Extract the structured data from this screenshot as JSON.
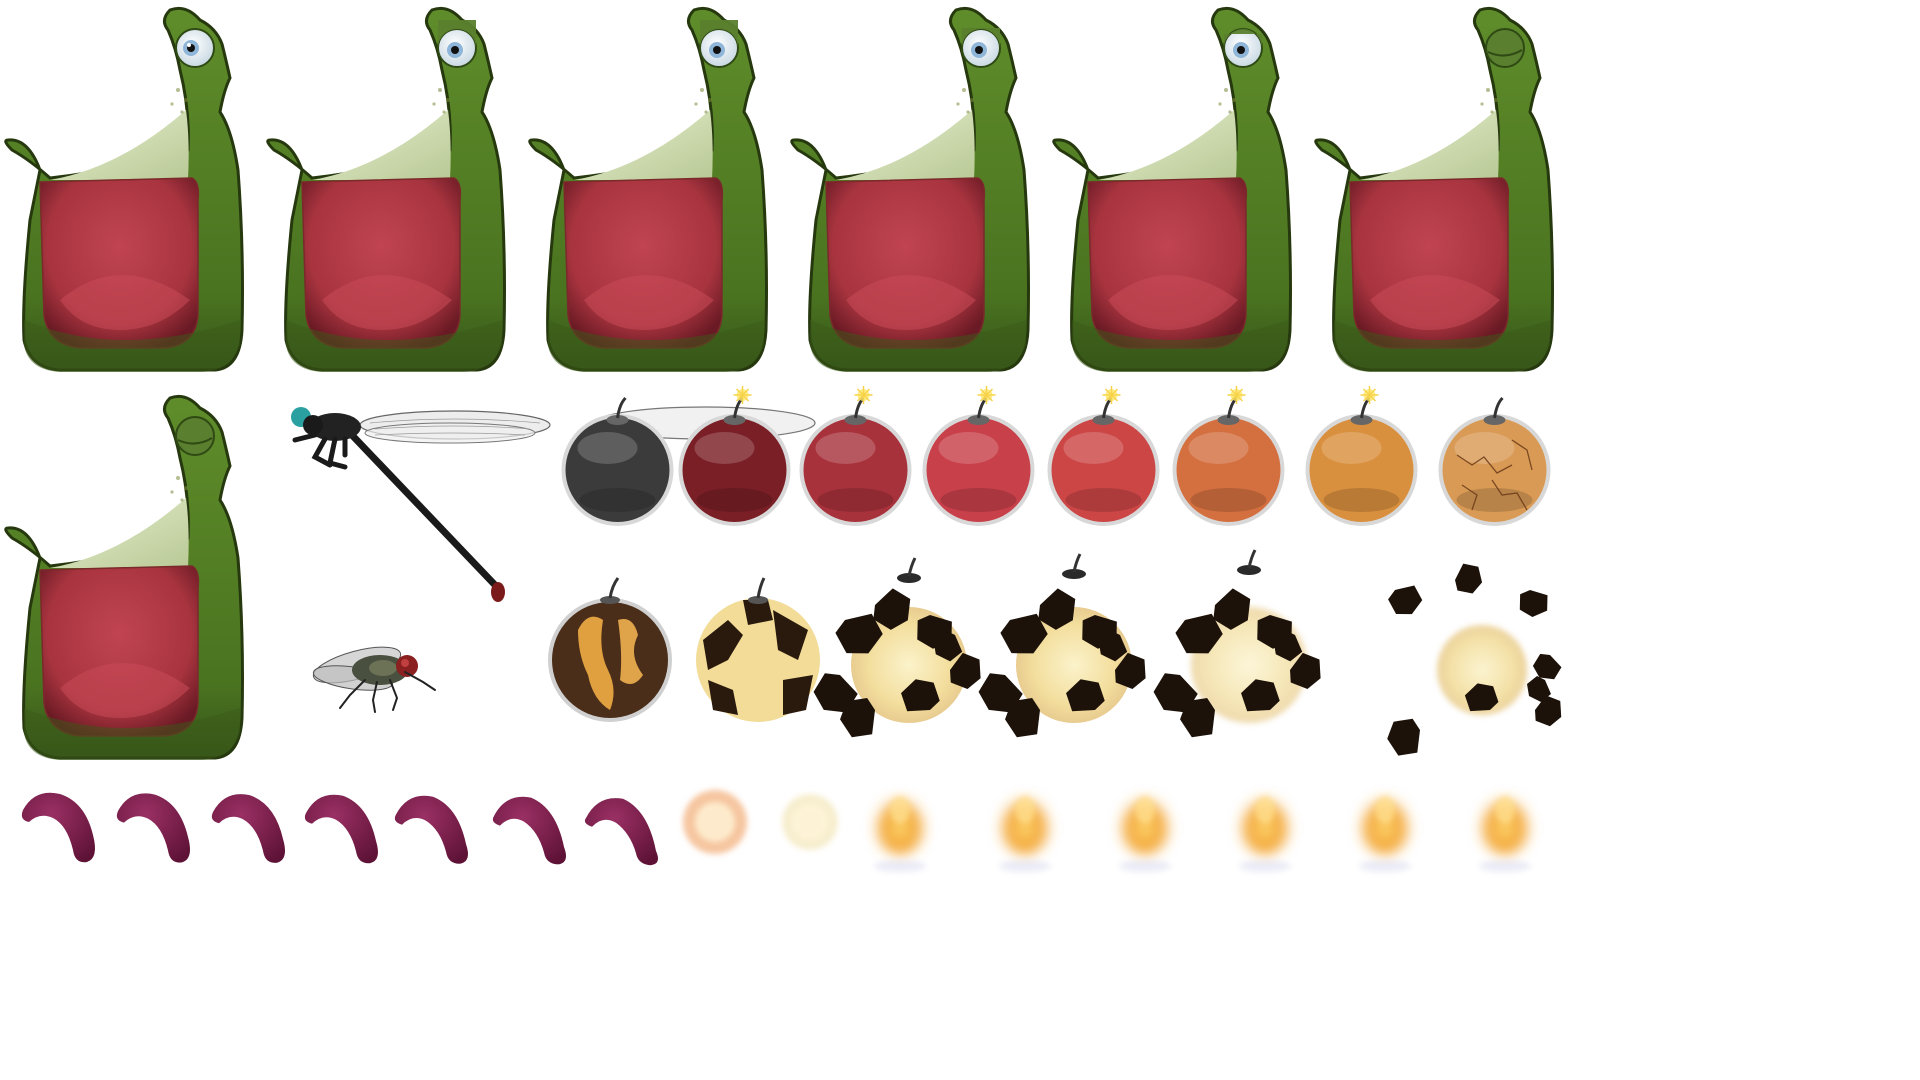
{
  "sheet": {
    "background": "#ffffff",
    "colors": {
      "frog_skin": "#4f7a22",
      "frog_skin_dark": "#2f4a14",
      "mouth": "#b03a4a",
      "mouth_light": "#d24a5a",
      "throat": "#cfdcaa",
      "eye_white": "#eef6fb",
      "eye_iris": "#8fb6d8",
      "tongue": "#7a1f4a",
      "cherry_dark": "#3a3a3a",
      "fruit_orange": "#d98a48",
      "fruit_tan": "#e0a050",
      "burst_yellow": "#f6e6a0",
      "burnt": "#2a1a10",
      "flame": "#f0a020"
    }
  },
  "frogs": [
    {
      "name": "frog-eye-open",
      "eye": "open"
    },
    {
      "name": "frog-eye-blink-1",
      "eye": "half"
    },
    {
      "name": "frog-eye-blink-2",
      "eye": "half"
    },
    {
      "name": "frog-eye-blink-3",
      "eye": "low"
    },
    {
      "name": "frog-eye-blink-4",
      "eye": "lower"
    },
    {
      "name": "frog-eye-closed",
      "eye": "closed"
    },
    {
      "name": "frog-eye-closed-2",
      "eye": "closed"
    }
  ],
  "insects": [
    {
      "name": "dragonfly",
      "icon": "dragonfly-icon"
    },
    {
      "name": "housefly",
      "icon": "fly-icon"
    }
  ],
  "bomb_fruits": [
    {
      "name": "fruit-bomb-black",
      "color": "#3b3b3b",
      "spark": false
    },
    {
      "name": "fruit-bomb-maroon",
      "color": "#7a1f26",
      "spark": true
    },
    {
      "name": "fruit-bomb-red-1",
      "color": "#a8323c",
      "spark": true
    },
    {
      "name": "fruit-bomb-red-2",
      "color": "#c8404a",
      "spark": true
    },
    {
      "name": "fruit-bomb-red-3",
      "color": "#cc4646",
      "spark": true
    },
    {
      "name": "fruit-bomb-orange",
      "color": "#d47040",
      "spark": true
    },
    {
      "name": "fruit-bomb-amber",
      "color": "#d9903e",
      "spark": true
    },
    {
      "name": "fruit-bomb-cracked",
      "color": "#d99a55",
      "spark": false,
      "cracked": true
    }
  ],
  "explosion_frames": [
    {
      "name": "explosion-frame-1",
      "stage": 1
    },
    {
      "name": "explosion-frame-2",
      "stage": 2
    },
    {
      "name": "explosion-frame-3",
      "stage": 3
    },
    {
      "name": "explosion-frame-4",
      "stage": 4
    },
    {
      "name": "explosion-frame-5",
      "stage": 5
    },
    {
      "name": "explosion-frame-6",
      "stage": 6
    }
  ],
  "tongue_frames": [
    {
      "name": "tongue-frame-1",
      "bend": 0.0
    },
    {
      "name": "tongue-frame-2",
      "bend": 0.1
    },
    {
      "name": "tongue-frame-3",
      "bend": 0.2
    },
    {
      "name": "tongue-frame-4",
      "bend": 0.3
    },
    {
      "name": "tongue-frame-5",
      "bend": 0.45
    },
    {
      "name": "tongue-frame-6",
      "bend": 0.6
    },
    {
      "name": "tongue-frame-7",
      "bend": 0.8
    }
  ],
  "glow_frames": [
    {
      "name": "glow-orb-warm",
      "kind": "orb",
      "color": "#f6c6a0"
    },
    {
      "name": "glow-orb-pale",
      "kind": "orb",
      "color": "#f7eecf"
    },
    {
      "name": "flame-puff-1",
      "kind": "flame"
    },
    {
      "name": "flame-puff-2",
      "kind": "flame"
    },
    {
      "name": "flame-puff-3",
      "kind": "flame"
    },
    {
      "name": "flame-puff-4",
      "kind": "flame"
    },
    {
      "name": "flame-puff-5",
      "kind": "flame"
    },
    {
      "name": "flame-puff-6",
      "kind": "flame"
    }
  ]
}
